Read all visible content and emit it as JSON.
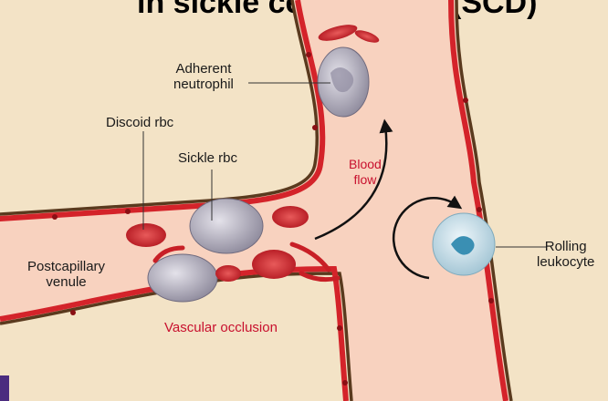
{
  "title": "in sickle cell disease (SCD)",
  "labels": {
    "adherent_neutrophil": [
      "Adherent",
      "neutrophil"
    ],
    "discoid_rbc": "Discoid rbc",
    "sickle_rbc": "Sickle rbc",
    "blood_flow": [
      "Blood",
      "flow"
    ],
    "postcapillary_venule": [
      "Postcapillary",
      "venule"
    ],
    "vascular_occlusion": "Vascular occlusion",
    "rolling_leukocyte": [
      "Rolling",
      "leukocyte"
    ]
  },
  "colors": {
    "background": "#f3e3c6",
    "vessel_lumen": "#f8d2bf",
    "vessel_wall": "#5a3a1e",
    "endothelium": "#d4232a",
    "rbc": "#d4232a",
    "cell_gray": "#b9b6c4",
    "label_red": "#c8102e",
    "leukocyte_body": "#cfe3ec",
    "leukocyte_nucleus": "#3a8fb3"
  }
}
